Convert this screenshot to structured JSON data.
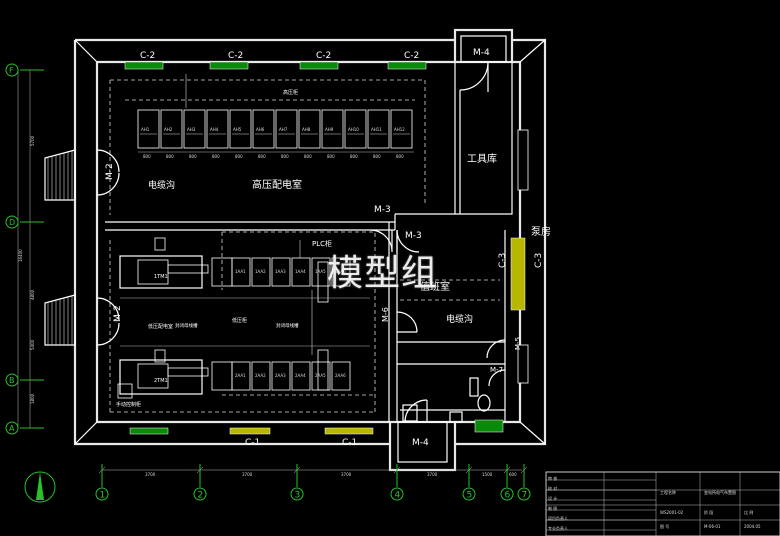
{
  "rooms": {
    "hv_room": "高压配电室",
    "tool_room": "工具库",
    "duty_room": "值班室",
    "pump_room": "泵房",
    "lv_room": "低压配电室",
    "hv_cabinet": "高压柜",
    "plc_cabinet": "PLC柜",
    "lv_cabinet": "低压柜",
    "bus_bridge_1": "封闭母线槽",
    "bus_bridge_2": "封闭母线槽",
    "manual_cabinet": "手动控制柜"
  },
  "cable_trench_labels": [
    "电缆沟",
    "电缆沟"
  ],
  "doors": {
    "m4_top": "M-4",
    "m4_bottom": "M-4",
    "m3_left": "M-3",
    "m3_right": "M-3",
    "m2_top": "M-2",
    "m2_bottom": "M-2",
    "m6": "M-6",
    "m5": "M-5",
    "m7": "M-7"
  },
  "windows": {
    "top": [
      "C-2",
      "C-2",
      "C-2",
      "C-2"
    ],
    "bottom": [
      "C-1",
      "C-1"
    ],
    "right": [
      "C-3",
      "C-3"
    ]
  },
  "axes_x": [
    "1",
    "2",
    "3",
    "4",
    "5",
    "6",
    "7"
  ],
  "axes_y": [
    "F",
    "D",
    "B",
    "A"
  ],
  "dims_x": [
    "3700",
    "3700",
    "3700",
    "3700",
    "1500",
    "600"
  ],
  "dims_y_left": [
    "5700",
    "4800",
    "5400",
    "1800"
  ],
  "dims_y_total": "16400",
  "hv_cabinet_ids": [
    "AH1",
    "AH2",
    "AH3",
    "AH4",
    "AH5",
    "AH6",
    "AH7",
    "AH8",
    "AH9",
    "AH10",
    "AH11",
    "AH12"
  ],
  "hv_cabinet_codes": [
    "800",
    "800",
    "800",
    "800",
    "800",
    "800",
    "800",
    "800",
    "800",
    "800",
    "800",
    "800"
  ],
  "lv_row1": [
    "1AA1",
    "1AA2",
    "1AA3",
    "1AA4",
    "1AA5",
    "1AA6"
  ],
  "lv_row2": [
    "2AA1",
    "2AA2",
    "2AA3",
    "2AA4",
    "2AA5",
    "2AA6"
  ],
  "transformers": [
    "1TM1",
    "2TM1"
  ],
  "watermark": "模型组",
  "title_block": {
    "drawing_title": "变电所电气布置图",
    "project_label": "工程名称",
    "drawing_no_label": "图  号",
    "drawing_no": "M-06-01",
    "date": "2004.05",
    "scale_label": "比  例",
    "stage_label": "阶  段",
    "code": "WS2001-02",
    "rows": [
      "审  核",
      "校  对",
      "设  计",
      "制  图",
      "项目负责人",
      "专业负责人"
    ]
  }
}
